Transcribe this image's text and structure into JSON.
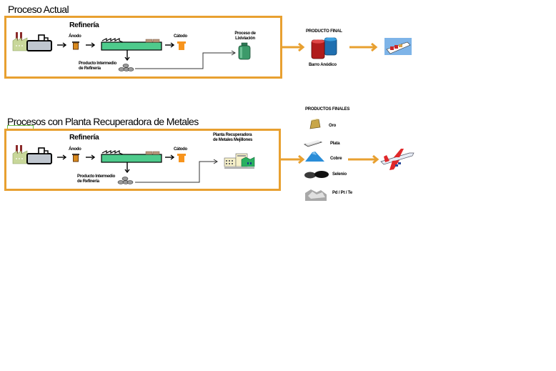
{
  "colors": {
    "frame": "#e8a030",
    "flow_arrow": "#e8a030",
    "refinery_green": "#4ecb8c",
    "anode": "#d98a1e",
    "cathode": "#f7941d",
    "selection_mark": "#6cc04a"
  },
  "current_process": {
    "title": "Proceso Actual",
    "box_title": "Refinería",
    "anode_label": "Ánodo",
    "cathode_label": "Cátodo",
    "intermediate_label_line1": "Producto Intermedio",
    "intermediate_label_line2": "de Refinería",
    "leaching_label_line1": "Proceso de",
    "leaching_label_line2": "Lixiviación",
    "final_product_heading": "PRODUCTO FINAL",
    "final_product_label": "Barro Anódico",
    "icons": [
      "smelter-factory-icon",
      "anode-icon",
      "refinery-tank-icon",
      "intermediate-product-icon",
      "cathode-icon",
      "leaching-tank-icon",
      "barrels-icon",
      "cargo-ship-icon"
    ]
  },
  "recovery_process": {
    "title": "Procesos con Planta Recuperadora de Metales",
    "box_title": "Refinería",
    "anode_label": "Ánodo",
    "cathode_label": "Cátodo",
    "intermediate_label_line1": "Producto Intermedio",
    "intermediate_label_line2": "de Refinería",
    "plant_label_line1": "Planta Recuperadora",
    "plant_label_line2": "de Metales Mejillones",
    "final_products_heading": "PRODUCTOS FINALES",
    "final_products": [
      {
        "label": "Oro",
        "icon": "gold-bar-icon"
      },
      {
        "label": "Plata",
        "icon": "silver-bar-icon"
      },
      {
        "label": "Cobre",
        "icon": "copper-powder-icon"
      },
      {
        "label": "Selenio",
        "icon": "selenium-icon"
      },
      {
        "label": "Pd / Pt / Te",
        "icon": "pd-pt-te-icon"
      }
    ],
    "transport_icon": "airplane-icon"
  }
}
